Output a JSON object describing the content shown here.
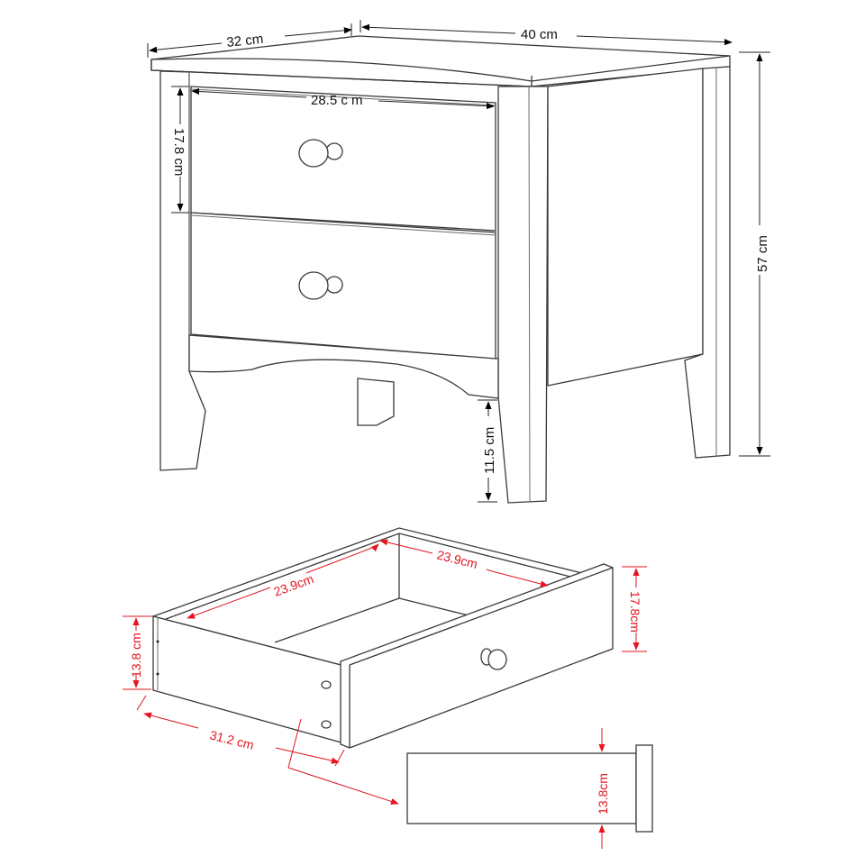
{
  "diagram": {
    "title": "Two-drawer nightstand dimension drawing",
    "colors": {
      "line": "#3a3a3a",
      "dimension_black": "#000000",
      "dimension_red": "#e0141e",
      "background": "#ffffff"
    },
    "nightstand": {
      "depth_label": "32 cm",
      "width_label": "40 cm",
      "height_label": "57 cm",
      "drawer_front_width_label": "28.5 c m",
      "drawer_front_height_label": "17.8 cm",
      "leg_height_label": "11.5 cm",
      "drawer_count": 2,
      "knob_icon": "round-knob"
    },
    "drawer": {
      "inner_depth_label": "23.9cm",
      "inner_width_label": "23.9cm",
      "front_height_label": "17.8cm",
      "side_height_label": "13.8 cm",
      "side_length_label": "31.2 cm"
    },
    "drawer_side_view": {
      "height_label": "13.8cm"
    }
  }
}
